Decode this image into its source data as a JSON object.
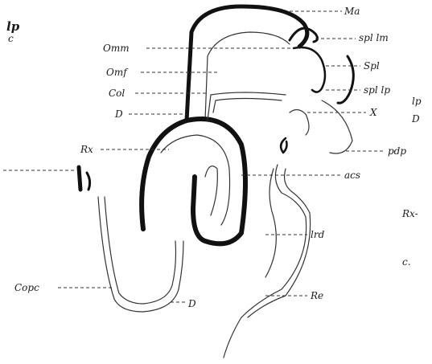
{
  "figure": {
    "corner_mark": "lp",
    "corner_sub": "c",
    "labels": {
      "Ma": "Ma",
      "spllm": "spl lm",
      "Spl": "Spl",
      "spllp": "spl lp",
      "X": "X",
      "Omm": "Omm",
      "Omf": "Omf",
      "Col": "Col",
      "D": "D",
      "Rx": "Rx",
      "acs": "acs",
      "lrd": "lrd",
      "Re": "Re",
      "Copc": "Copc",
      "D2": "D"
    },
    "edge_labels": {
      "lp": "lp",
      "D": "D",
      "pdp": "pdp",
      "Rx": "Rx-",
      "c": "c."
    }
  }
}
